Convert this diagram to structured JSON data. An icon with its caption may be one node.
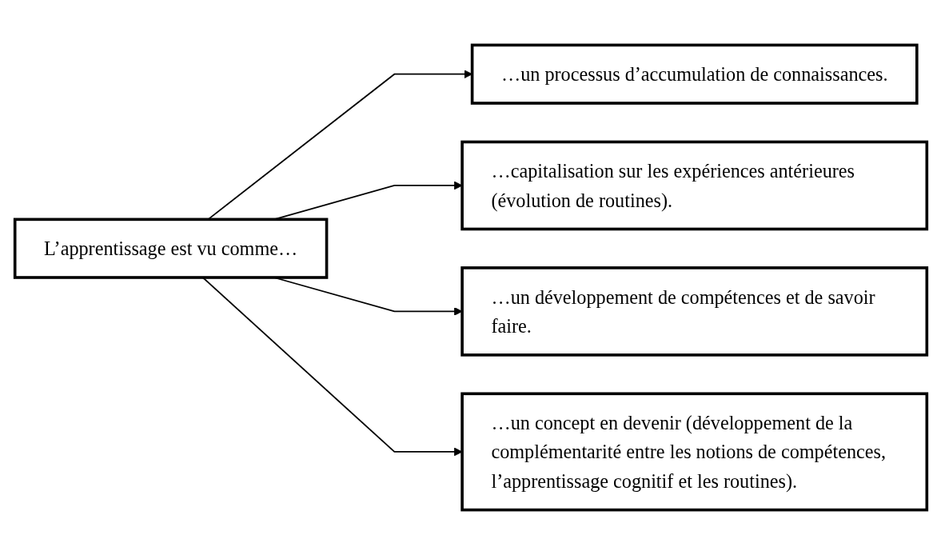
{
  "diagram": {
    "nodes": [
      {
        "text": [
          "L’apprentissage est vu comme…"
        ]
      },
      {
        "text": [
          "…un processus d’accumulation de connaissances."
        ]
      },
      {
        "text": [
          "…capitalisation sur les expériences antérieures (évolution de routines)."
        ]
      },
      {
        "text": [
          "…un développement de compétences et de savoir faire."
        ]
      },
      {
        "text": [
          "…un concept en devenir (développement de la complémentarité entre les notions de compétences, l’apprentissage cognitif et les routines)."
        ]
      }
    ],
    "edges": [
      {
        "from": 0,
        "to": 1,
        "arrow": "to"
      },
      {
        "from": 0,
        "to": 2,
        "arrow": "to"
      },
      {
        "from": 0,
        "to": 3,
        "arrow": "to"
      },
      {
        "from": 0,
        "to": 4,
        "arrow": "to"
      }
    ]
  }
}
